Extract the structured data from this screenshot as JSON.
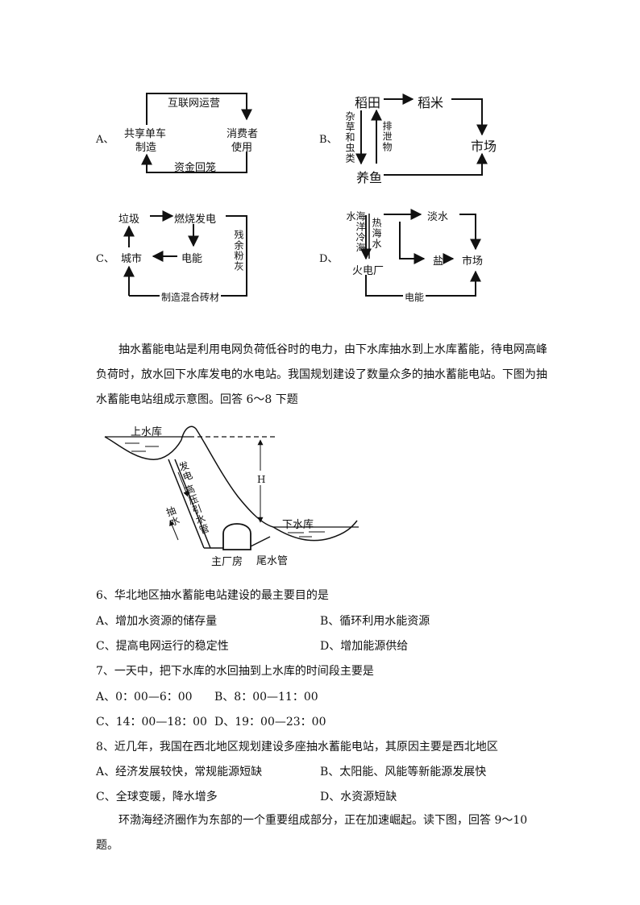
{
  "diagramA": {
    "label": "A、",
    "top": "互联网运营",
    "left_line1": "共享单车",
    "left_line2": "制造",
    "right_line1": "消费者",
    "right_line2": "使用",
    "bottom": "资金回笼"
  },
  "diagramB": {
    "label": "B、",
    "field": "稻田",
    "rice": "稻米",
    "market": "市场",
    "fish": "养鱼",
    "down_text": "杂草和虫类",
    "up_text": "排泄物"
  },
  "diagramC": {
    "label": "C、",
    "garbage": "垃圾",
    "burn": "燃烧发电",
    "electric": "电能",
    "city": "城市",
    "ash": "残余粉灰",
    "brick": "制造混合砖材"
  },
  "diagramD": {
    "label": "D、",
    "cold": "海洋冷海水",
    "hot": "热海水",
    "fresh": "淡水",
    "salt": "盐",
    "market": "市场",
    "plant": "火电厂",
    "power": "电能"
  },
  "intro_6_8": "抽水蓄能电站是利用电网负荷低谷时的电力，由下水库抽水到上水库蓄能，待电网高峰负荷时，放水回下水库发电的水电站。我国规划建设了数量众多的抽水蓄能电站。下图为抽水蓄能电站组成示意图。回答 6～8 下题",
  "station": {
    "upper": "上水库",
    "lower": "下水库",
    "H": "H",
    "generate": "发电",
    "pipe": "高压引水管",
    "pump": "抽水",
    "powerhouse": "主厂房",
    "tailpipe": "尾水管"
  },
  "q6": {
    "stem": "6、华北地区抽水蓄能电站建设的最主要目的是",
    "A": "A、增加水资源的储存量",
    "B": "B、循环利用水能资源",
    "C": "C、提高电网运行的稳定性",
    "D": "D、增加能源供给"
  },
  "q7": {
    "stem": "7、一天中，把下水库的水回抽到上水库的时间段主要是",
    "A": "A、0：00—6：00",
    "B": "B、8：00—11：00",
    "C": "C、14：00—18：00",
    "D": "D、19：00—23：00"
  },
  "q8": {
    "stem": "8、近几年，我国在西北地区规划建设多座抽水蓄能电站，其原因主要是西北地区",
    "A": "A、经济发展较快，常规能源短缺",
    "B": "B、太阳能、风能等新能源发展快",
    "C": "C、全球变暖，降水增多",
    "D": "D、水资源短缺"
  },
  "intro_9_10": "环渤海经济圈作为东部的一个重要组成部分，正在加速崛起。读下图，回答 9～10 题。"
}
